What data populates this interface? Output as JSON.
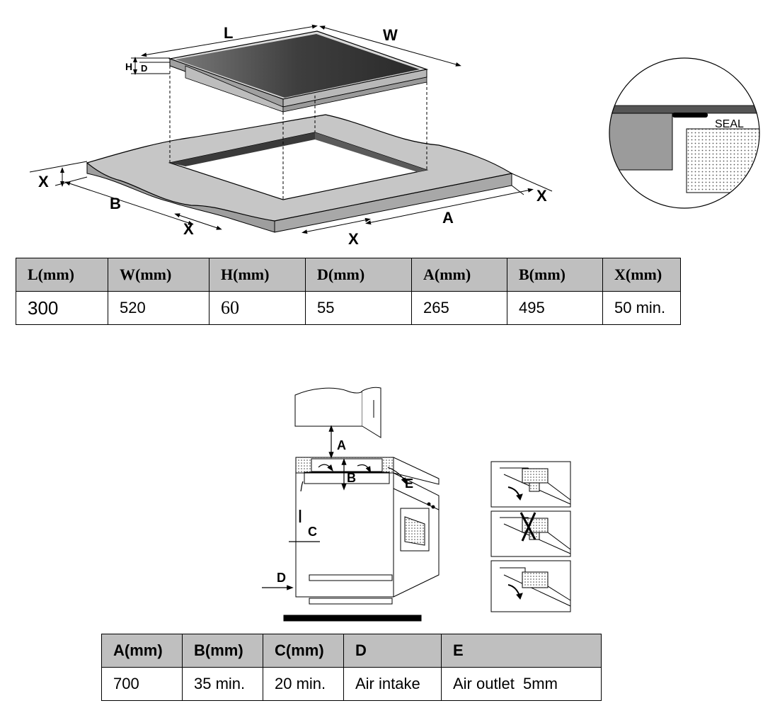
{
  "diagram1": {
    "labels": {
      "L": "L",
      "W": "W",
      "H": "H",
      "D": "D",
      "B": "B",
      "A": "A",
      "X": "X",
      "seal": "SEAL"
    },
    "table": {
      "headers": [
        "L(mm)",
        "W(mm)",
        "H(mm)",
        "D(mm)",
        "A(mm)",
        "B(mm)",
        "X(mm)"
      ],
      "values": [
        "300",
        "520",
        "60",
        "55",
        "265",
        "495",
        "50 min."
      ]
    }
  },
  "diagram2": {
    "labels": {
      "A": "A",
      "B": "B",
      "C": "C",
      "D": "D",
      "E": "E"
    },
    "table": {
      "headers": [
        "A(mm)",
        "B(mm)",
        "C(mm)",
        "D",
        "E"
      ],
      "values": [
        "700",
        "35 min.",
        "20 min.",
        "Air intake",
        "Air outlet  5mm"
      ]
    }
  },
  "colors": {
    "hob_top": "#3a3a3a",
    "hob_frame": "#bdbdbd",
    "worktop": "#c6c6c6",
    "header_fill": "#bfbfbf"
  }
}
